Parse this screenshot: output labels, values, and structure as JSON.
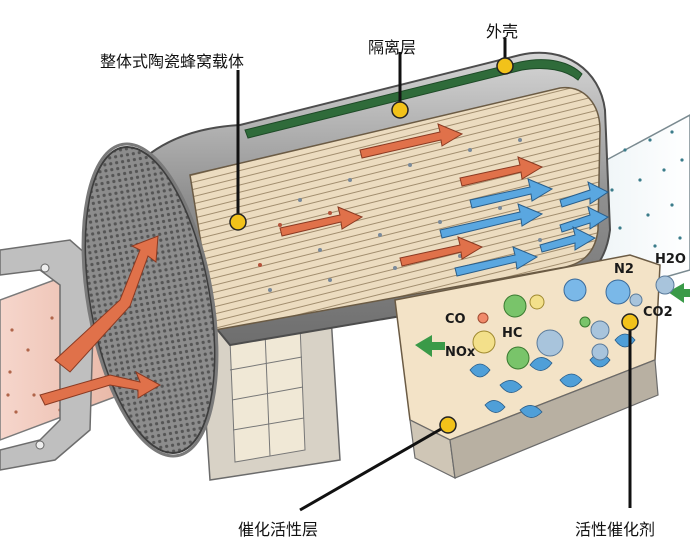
{
  "labels": {
    "honeycomb": "整体式陶瓷蜂窝载体",
    "insulation": "隔离层",
    "shell": "外壳",
    "catalyst_layer": "催化活性层",
    "active_catalyst": "活性催化剂"
  },
  "gases": {
    "co": "CO",
    "hc": "HC",
    "nox": "NOx",
    "n2": "N2",
    "h2o": "H2O",
    "co2": "CO2"
  },
  "colors": {
    "shell": "#9a9a9a",
    "honeycomb": "#e7d3b5",
    "insulation": "#2f6b3a",
    "leader": "#111111",
    "marker": "#f2c21a",
    "hot_arrow": "#e0714a",
    "clean_arrow": "#5aa7e0",
    "catalyst_block": "#f3e3c7"
  }
}
